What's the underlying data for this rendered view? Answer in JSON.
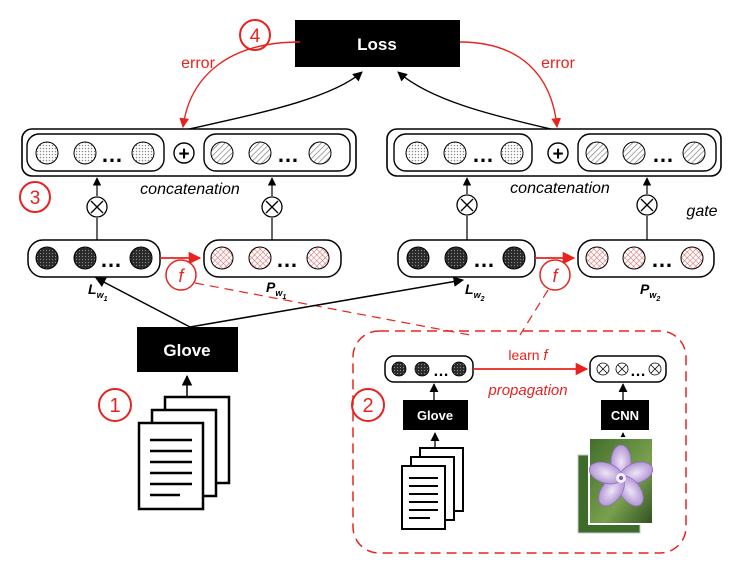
{
  "colors": {
    "accent_red": "#e8231f",
    "black": "#000000",
    "hatch_red": "#e06060",
    "gray_dot": "#8a8a8a",
    "flower_purple": "#b79ad6",
    "leaf_green": "#5f8a3c"
  },
  "loss": {
    "label": "Loss"
  },
  "steps": {
    "s1": "1",
    "s2": "2",
    "s3": "3",
    "s4": "4"
  },
  "error_left": "error",
  "error_right": "error",
  "plus_left": "+",
  "plus_right": "+",
  "concat_left": "concatenation",
  "concat_right": "concatenation",
  "gate": "gate",
  "ellipsis": "…",
  "f_left": "f",
  "f_right": "f",
  "glove_main": "Glove",
  "labels": {
    "lw1_main": "L",
    "lw1_sub": "w",
    "lw1_subsub": "1",
    "pw1_main": "P",
    "pw1_sub": "w",
    "pw1_subsub": "1",
    "lw2_main": "L",
    "lw2_sub": "w",
    "lw2_subsub": "2",
    "pw2_main": "P",
    "pw2_sub": "w",
    "pw2_subsub": "2"
  },
  "inset": {
    "learn_prefix": "learn ",
    "learn_f": "f",
    "propagation": "propagation",
    "glove": "Glove",
    "cnn": "CNN"
  },
  "icons": {
    "multiply": "multiply-icon",
    "document": "document-stack-icon",
    "flower": "flower-image-icon"
  }
}
